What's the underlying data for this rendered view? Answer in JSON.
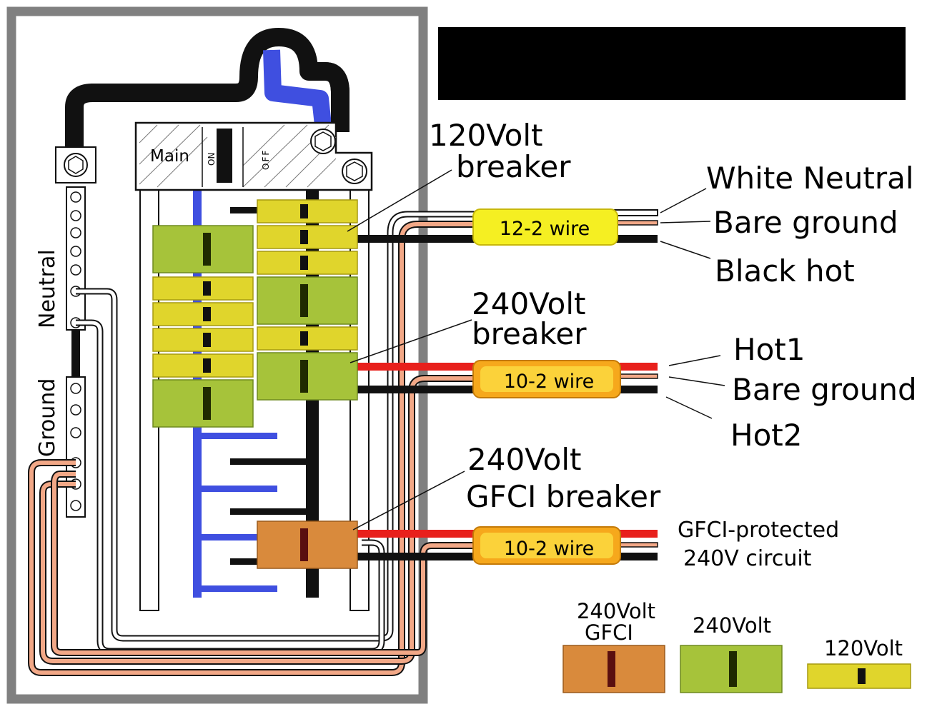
{
  "title": "240Volt and 120Volt circuits",
  "main_breaker": {
    "label": "Main",
    "on": "ON",
    "off": "OFF"
  },
  "bars": {
    "neutral": "Neutral",
    "ground": "Ground"
  },
  "callouts": {
    "breaker_120": [
      "120Volt",
      "breaker"
    ],
    "breaker_240": [
      "240Volt",
      "breaker"
    ],
    "breaker_gfci": [
      "240Volt",
      "GFCI breaker"
    ]
  },
  "cables": [
    {
      "label": "12-2 wire",
      "wires": [
        "White Neutral",
        "Bare ground",
        "Black hot"
      ]
    },
    {
      "label": "10-2 wire",
      "wires": [
        "Hot1",
        "Bare ground",
        "Hot2"
      ]
    },
    {
      "label": "10-2 wire",
      "wires": [
        "GFCI-protected",
        "240V circuit"
      ]
    }
  ],
  "legend": [
    {
      "label": [
        "240Volt",
        "GFCI"
      ],
      "color": "#d98a3c"
    },
    {
      "label": [
        "240Volt"
      ],
      "color": "#a6c33a"
    },
    {
      "label": [
        "120Volt"
      ],
      "color": "#e0d52c"
    }
  ],
  "colors": {
    "panel_border": "#808080",
    "breaker_120": "#e0d52c",
    "breaker_240": "#a6c33a",
    "breaker_gfci": "#d98a3c",
    "hot_red": "#e8201c",
    "ground_copper": "#f2a887",
    "neutral_bus": "#3f4fe0",
    "title_bg": "#000000"
  }
}
